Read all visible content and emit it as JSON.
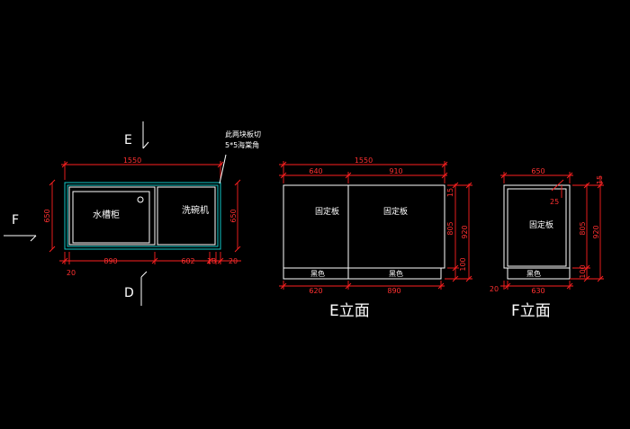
{
  "plan": {
    "section_e_marker": "E",
    "section_d_marker": "D",
    "section_f_marker": "F",
    "note_line1": "此两块板切",
    "note_line2": "5*5海棠角",
    "sink_label": "水槽柜",
    "dishwasher_label": "洗碗机",
    "dim_total_width": "1550",
    "dim_depth_left": "650",
    "dim_depth_right": "650",
    "dim_sink": "890",
    "dim_dishwasher": "602",
    "dim_gap": "18",
    "dim_edge_left": "20",
    "dim_edge_right": "20"
  },
  "elev_e": {
    "title": "E立面",
    "dim_total": "1550",
    "dim_top_left": "640",
    "dim_top_right": "910",
    "panel_left_label": "固定板",
    "panel_right_label": "固定板",
    "plinth_left_label": "黑色",
    "plinth_right_label": "黑色",
    "dim_bottom_left": "620",
    "dim_bottom_right": "890",
    "dim_top_thickness": "15",
    "dim_body_height": "805",
    "dim_total_height": "920",
    "dim_plinth_height": "100"
  },
  "elev_f": {
    "title": "F立面",
    "dim_top": "650",
    "dim_corner": "25",
    "panel_label": "固定板",
    "plinth_label": "黑色",
    "dim_bottom_edge": "20",
    "dim_bottom": "630",
    "dim_top_thickness": "15",
    "dim_body_height": "805",
    "dim_total_height": "920",
    "dim_plinth_height": "100"
  },
  "colors": {
    "background": "#000000",
    "linework": "#ffffff",
    "dimension": "#ff2020",
    "countertop": "#10c8c8"
  }
}
